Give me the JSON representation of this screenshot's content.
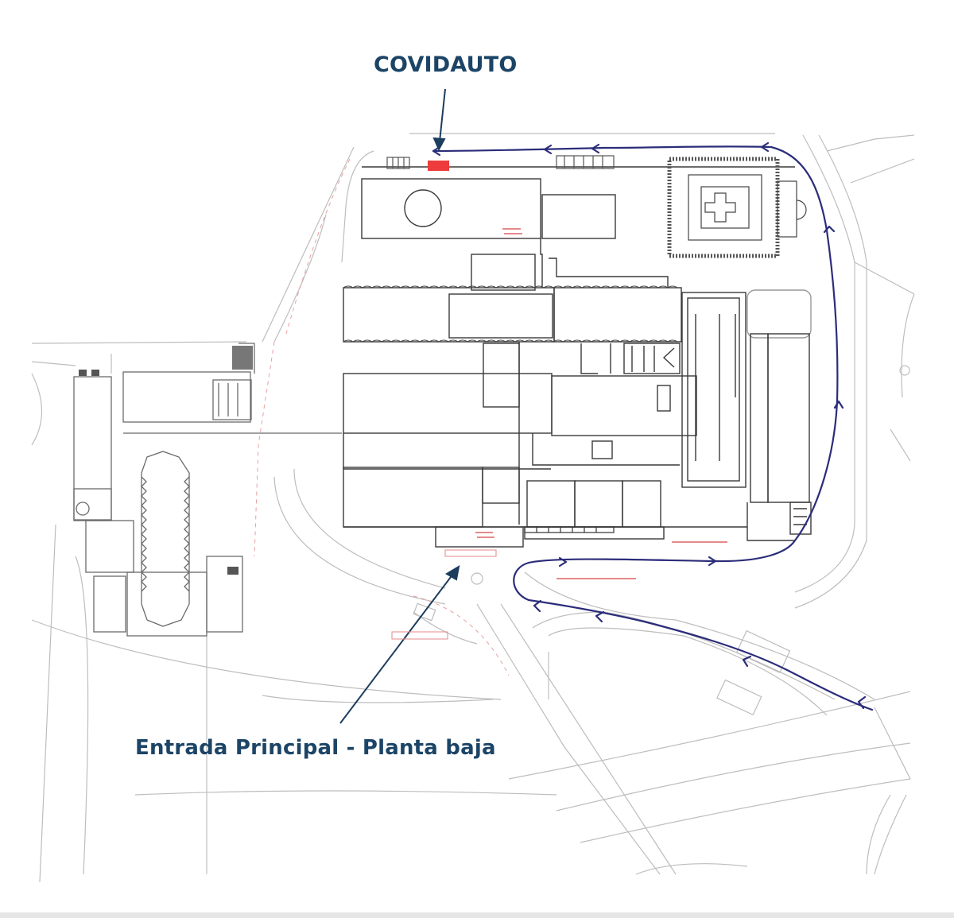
{
  "map": {
    "type": "site floor plan",
    "labels": {
      "covidauto": "COVIDAUTO",
      "main_entrance": "Entrada Principal - Planta baja"
    },
    "markers": [
      {
        "name": "covidauto-location",
        "shape": "rectangle",
        "color": "#ee3b3b"
      }
    ],
    "route": {
      "description": "Vehicle route from lower-right access road, around east side of building, to COVIDAUTO point on north side",
      "color": "#2b2d7a",
      "direction_arrows": 10
    },
    "colors": {
      "label_text": "#1c4466",
      "route": "#2b2d7a",
      "covidauto_marker": "#ee3b3b",
      "plan_lines": "#333333",
      "light_lines": "#b5b5b5",
      "cad_annotations": "#e58a8a"
    }
  }
}
